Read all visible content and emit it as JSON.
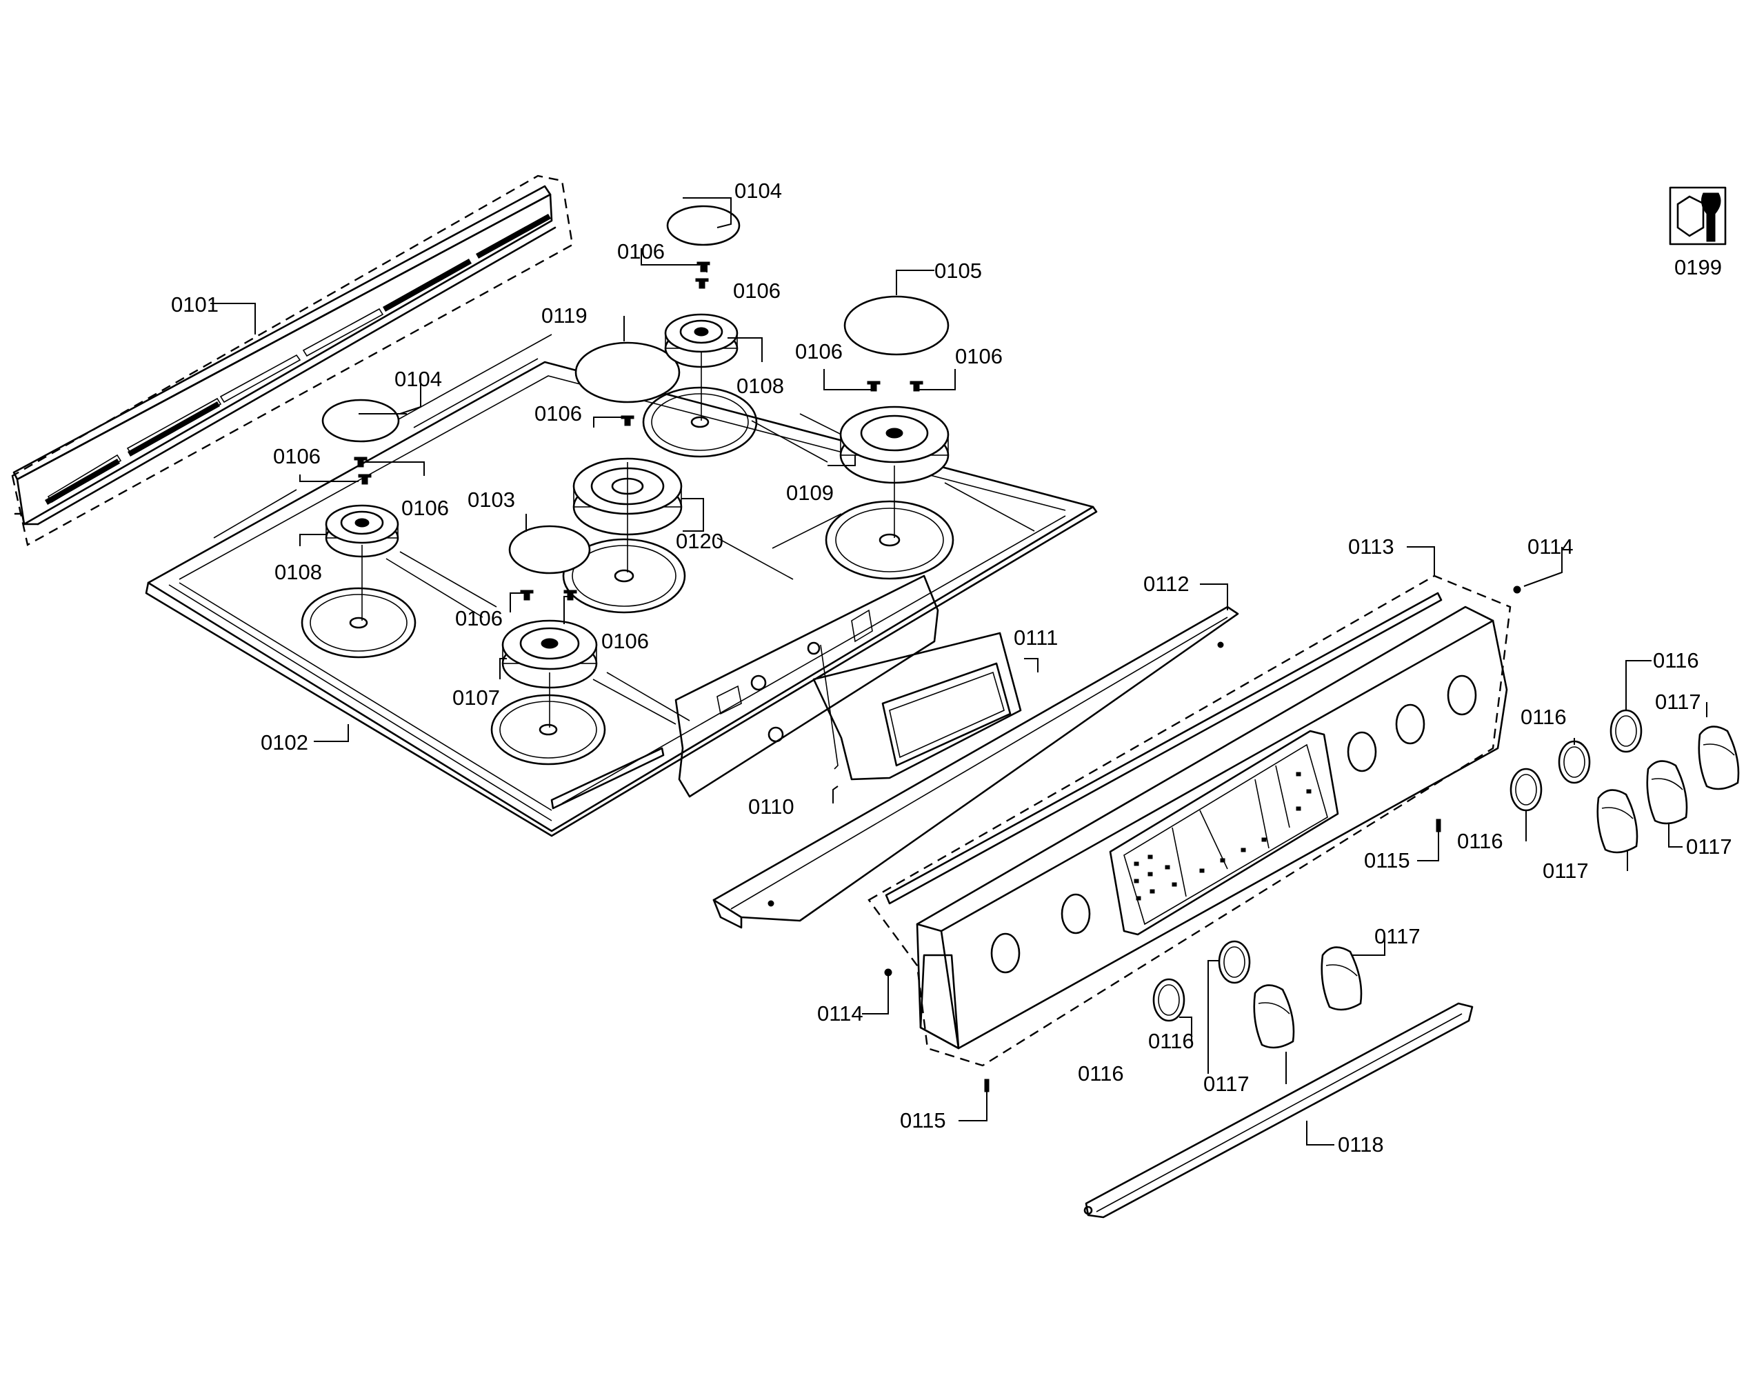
{
  "labels": {
    "p0101": "0101",
    "p0102": "0102",
    "p0103": "0103",
    "p0104a": "0104",
    "p0104b": "0104",
    "p0105": "0105",
    "p0106a": "0106",
    "p0106b": "0106",
    "p0106c": "0106",
    "p0106d": "0106",
    "p0106e": "0106",
    "p0106f": "0106",
    "p0106g": "0106",
    "p0106h": "0106",
    "p0106i": "0106",
    "p0107": "0107",
    "p0108a": "0108",
    "p0108b": "0108",
    "p0109": "0109",
    "p0110": "0110",
    "p0111": "0111",
    "p0112": "0112",
    "p0113": "0113",
    "p0114a": "0114",
    "p0114b": "0114",
    "p0115a": "0115",
    "p0115b": "0115",
    "p0116a": "0116",
    "p0116b": "0116",
    "p0116c": "0116",
    "p0116d": "0116",
    "p0116e": "0116",
    "p0117a": "0117",
    "p0117b": "0117",
    "p0117c": "0117",
    "p0117d": "0117",
    "p0117e": "0117",
    "p0118": "0118",
    "p0119": "0119",
    "p0120": "0120",
    "p0199": "0199"
  },
  "icons": {
    "tool_kit": "hex-nut-wrench-icon"
  }
}
